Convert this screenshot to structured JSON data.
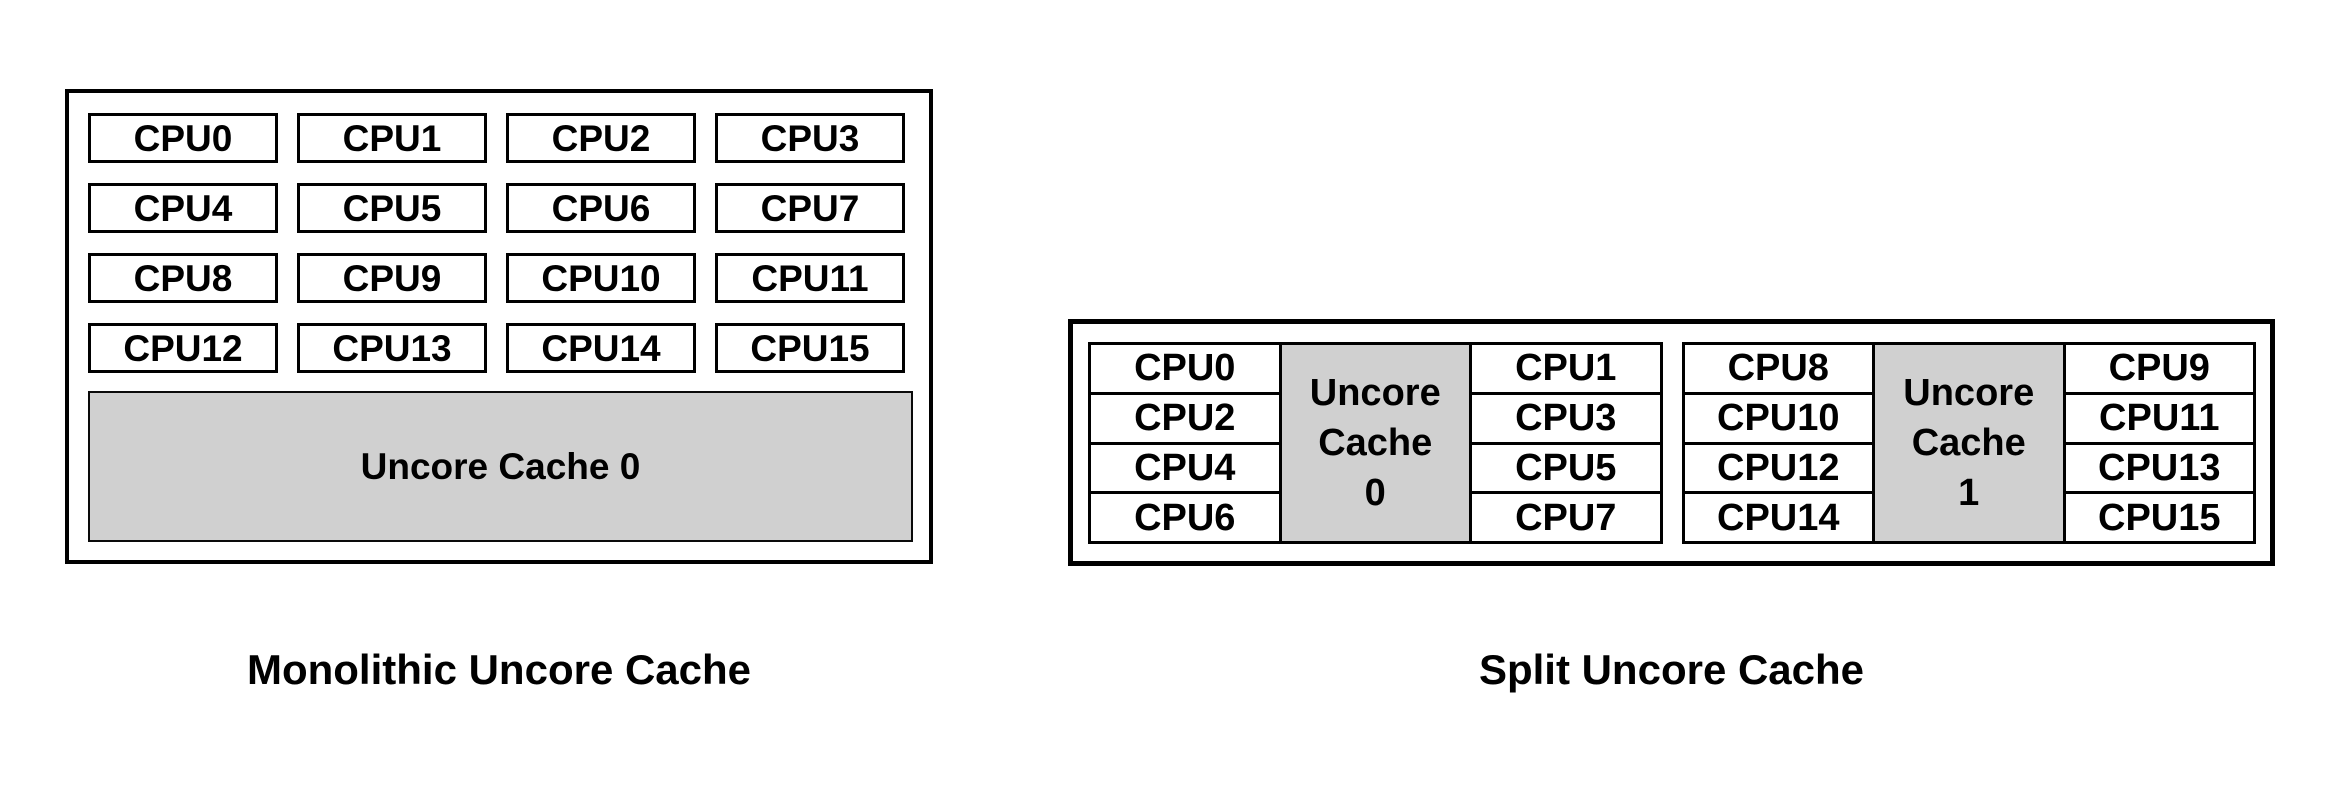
{
  "colors": {
    "background": "#ffffff",
    "border": "#000000",
    "cache_fill": "#d0d0d0",
    "text": "#000000"
  },
  "monolithic": {
    "caption": "Monolithic Uncore Cache",
    "cpus": [
      "CPU0",
      "CPU1",
      "CPU2",
      "CPU3",
      "CPU4",
      "CPU5",
      "CPU6",
      "CPU7",
      "CPU8",
      "CPU9",
      "CPU10",
      "CPU11",
      "CPU12",
      "CPU13",
      "CPU14",
      "CPU15"
    ],
    "cache_label": "Uncore Cache 0"
  },
  "split": {
    "caption": "Split Uncore Cache",
    "clusters": [
      {
        "left_cpus": [
          "CPU0",
          "CPU2",
          "CPU4",
          "CPU6"
        ],
        "cache_lines": [
          "Uncore",
          "Cache",
          "0"
        ],
        "right_cpus": [
          "CPU1",
          "CPU3",
          "CPU5",
          "CPU7"
        ]
      },
      {
        "left_cpus": [
          "CPU8",
          "CPU10",
          "CPU12",
          "CPU14"
        ],
        "cache_lines": [
          "Uncore",
          "Cache",
          "1"
        ],
        "right_cpus": [
          "CPU9",
          "CPU11",
          "CPU13",
          "CPU15"
        ]
      }
    ]
  }
}
